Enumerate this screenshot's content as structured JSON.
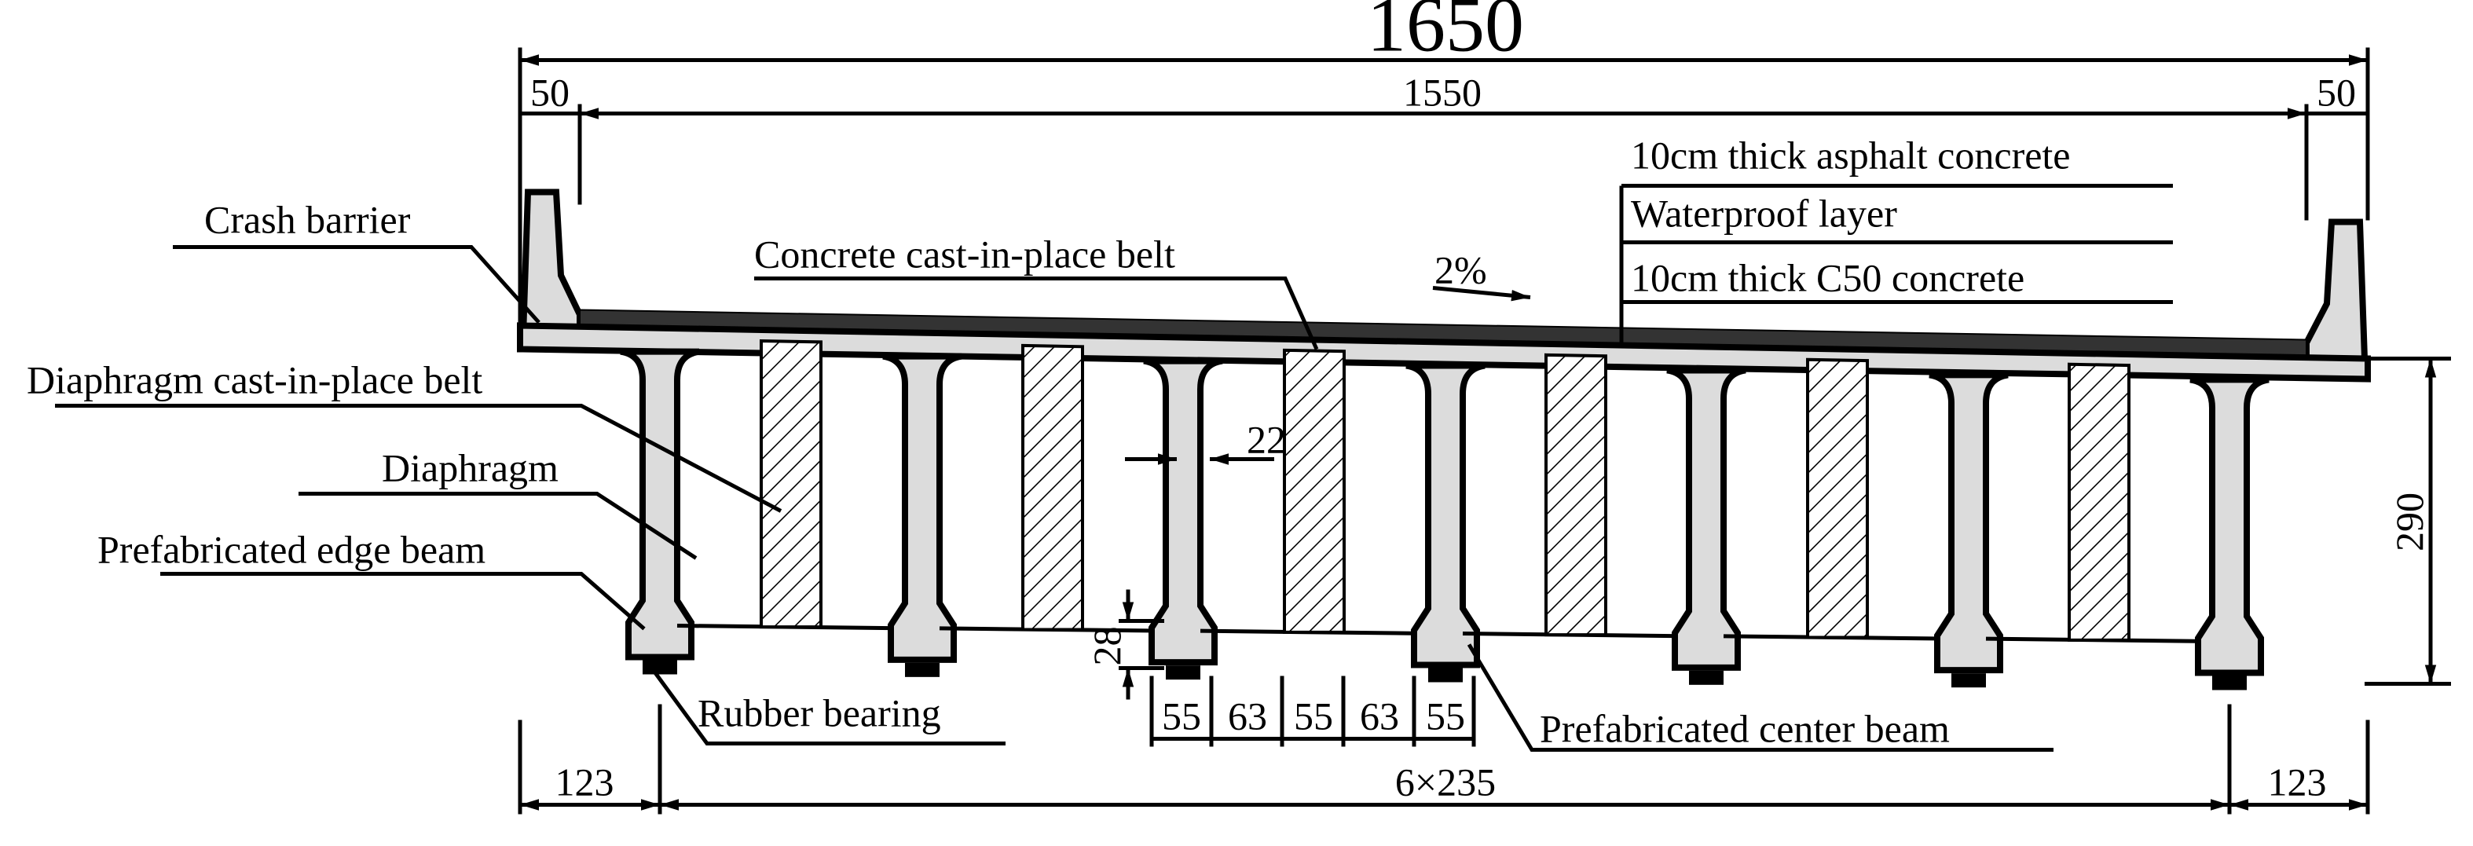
{
  "dimensions": {
    "total_width": "1650",
    "left_barrier": "50",
    "deck_width": "1550",
    "right_barrier": "50",
    "height": "290",
    "web_thickness": "22",
    "bottom_height": "28",
    "belt_spacing": [
      "55",
      "63",
      "55",
      "63",
      "55"
    ],
    "edge_left": "123",
    "beam_spacing": "6×235",
    "edge_right": "123"
  },
  "labels": {
    "crash_barrier": "Crash barrier",
    "concrete_belt": "Concrete cast-in-place belt",
    "slope": "2%",
    "asphalt": "10cm thick asphalt concrete",
    "waterproof": "Waterproof layer",
    "c50": "10cm thick C50 concrete",
    "diaphragm_belt": "Diaphragm cast-in-place belt",
    "diaphragm": "Diaphragm",
    "edge_beam": "Prefabricated edge beam",
    "rubber_bearing": "Rubber bearing",
    "center_beam": "Prefabricated center beam"
  },
  "colors": {
    "concrete": "#dcdcdc",
    "pavement": "#333333",
    "bearing": "#000000",
    "line": "#000000"
  }
}
